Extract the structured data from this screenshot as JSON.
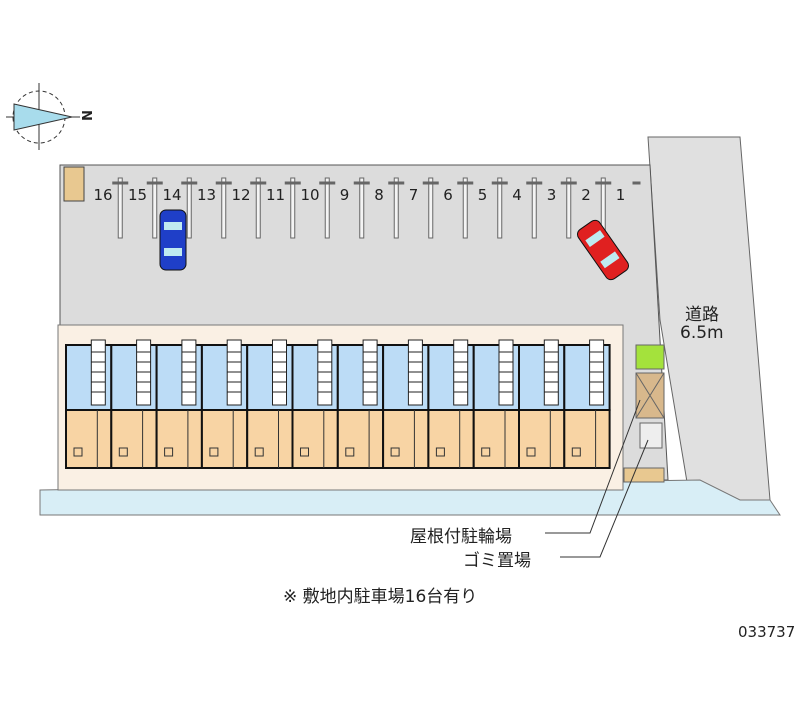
{
  "compass": {
    "north_label": "N"
  },
  "parking": {
    "stall_numbers": [
      "16",
      "15",
      "14",
      "13",
      "12",
      "11",
      "10",
      "9",
      "8",
      "7",
      "6",
      "5",
      "4",
      "3",
      "2",
      "1"
    ],
    "occupied": [
      {
        "stall": "14",
        "color": "#1f3fc8"
      },
      {
        "stall": "2",
        "color": "#e02020"
      }
    ]
  },
  "road": {
    "label": "道路",
    "width": "6.5m"
  },
  "building": {
    "unit_count": 12
  },
  "labels": {
    "bicycle_parking": "屋根付駐輪場",
    "trash": "ゴミ置場"
  },
  "note": "※ 敷地内駐車場16台有り",
  "code": "033737",
  "colors": {
    "lot": "#dcdcdc",
    "unit_upper": "#bcdcf6",
    "unit_lower": "#f8d4a4",
    "green": "#a4e23c"
  }
}
